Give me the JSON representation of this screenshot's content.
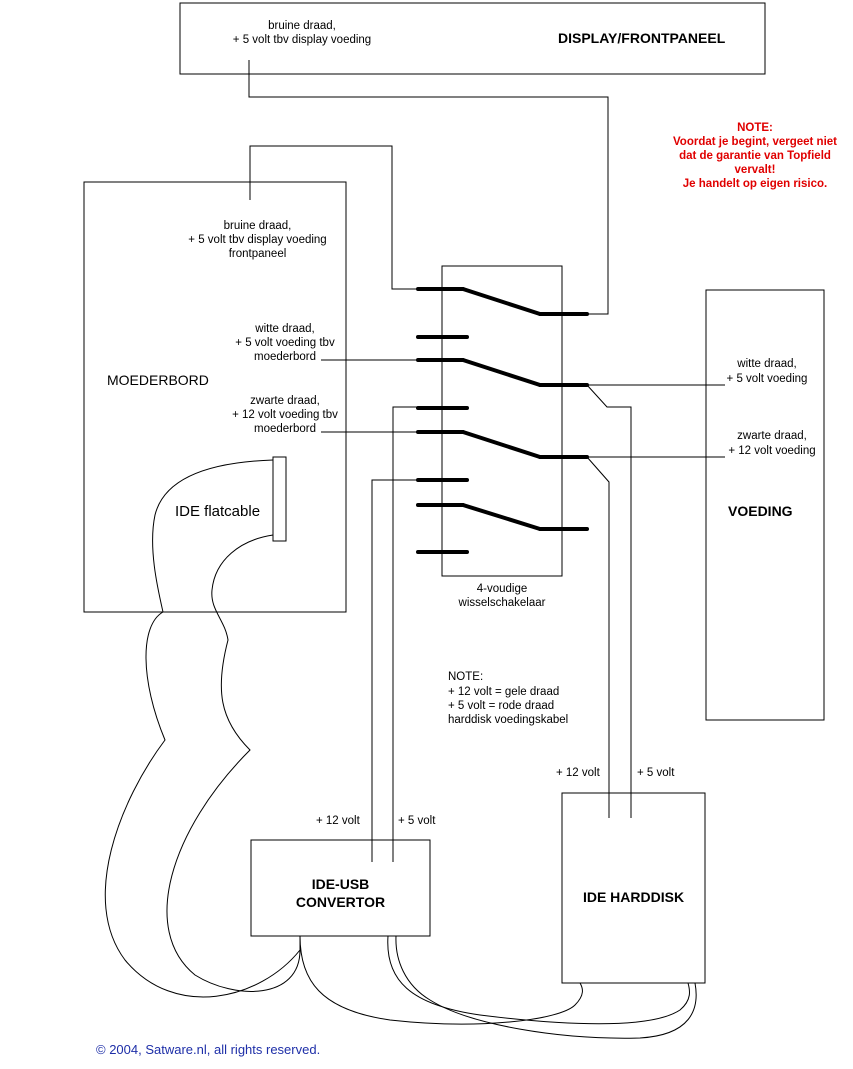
{
  "display": {
    "title": "DISPLAY/FRONTPANEEL",
    "wire_line1": "bruine draad,",
    "wire_line2": "+ 5 volt tbv display voeding"
  },
  "warning": {
    "line1": "NOTE:",
    "line2": "Voordat je begint, vergeet niet",
    "line3": "dat de garantie van Topfield",
    "line4": "vervalt!",
    "line5": "Je handelt op eigen risico."
  },
  "motherboard": {
    "title": "MOEDERBORD",
    "brown_line1": "bruine draad,",
    "brown_line2": "+ 5 volt tbv display voeding",
    "brown_line3": "frontpaneel",
    "white_line1": "witte draad,",
    "white_line2": "+ 5 volt voeding tbv",
    "white_line3": "moederbord",
    "black_line1": "zwarte draad,",
    "black_line2": "+ 12 volt voeding tbv",
    "black_line3": "moederbord",
    "flatcable": "IDE flatcable"
  },
  "switch": {
    "label_line1": "4-voudige",
    "label_line2": "wisselschakelaar"
  },
  "psu": {
    "title": "VOEDING",
    "white_line1": "witte draad,",
    "white_line2": "+ 5 volt voeding",
    "black_line1": "zwarte draad,",
    "black_line2": "+ 12 volt voeding"
  },
  "note": {
    "line1": "NOTE:",
    "line2": "+ 12 volt  = gele draad",
    "line3": "+ 5 volt = rode draad",
    "line4": "harddisk voedingskabel"
  },
  "converter": {
    "title_line1": "IDE-USB",
    "title_line2": "CONVERTOR",
    "v12": "+ 12 volt",
    "v5": "+ 5 volt"
  },
  "harddisk": {
    "title": "IDE HARDDISK",
    "v12": "+ 12 volt",
    "v5": "+ 5 volt"
  },
  "copyright": "© 2004, Satware.nl, all rights reserved."
}
